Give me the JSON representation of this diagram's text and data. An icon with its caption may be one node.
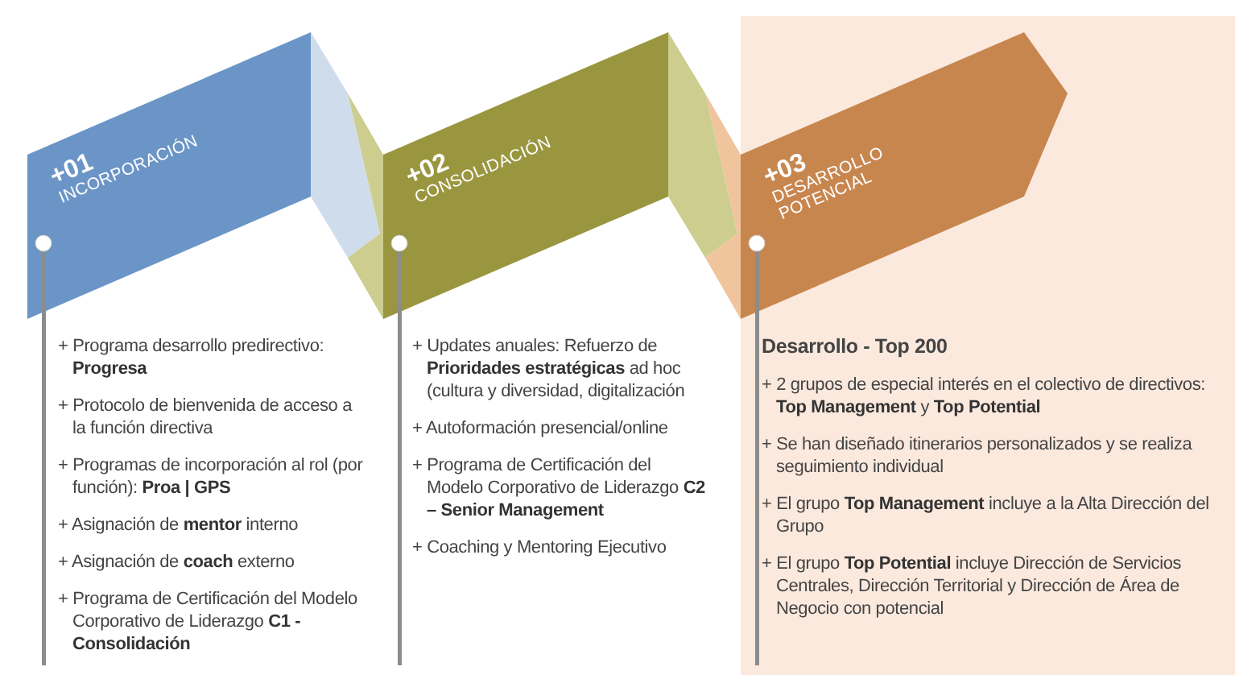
{
  "diagram": {
    "nodes": [
      {
        "text": [
          "+01",
          "INCORPORACIÓN"
        ]
      },
      {
        "text": [
          "+02",
          "CONSOLIDACIÓN"
        ]
      },
      {
        "text": [
          "+03",
          "DESARROLLO POTENCIAL"
        ]
      }
    ],
    "labels": [
      "+ Programa desarrollo predirectivo: **Progresa**",
      "+ Protocolo de bienvenida de acceso a la función directiva",
      "+ Programas de incorporación al rol (por función): **Proa | GPS**",
      "+ Asignación de **mentor** interno",
      "+ Asignación de **coach** externo",
      "+ Programa de Certificación del Modelo Corporativo de Liderazgo **C1 - Consolidación**",
      "+ Updates anuales: Refuerzo de **Prioridades estratégicas** ad hoc (cultura y diversidad, digitalización",
      "+ Autoformación presencial/online",
      "+ Programa de Certificación del Modelo Corporativo de Liderazgo **C2 – Senior Management**",
      "+ Coaching y Mentoring Ejecutivo",
      "Desarrollo - Top 200",
      "+ 2 grupos de especial interés en el colectivo de directivos: **Top Management** y **Top Potential**",
      "+ Se han diseñado itinerarios personalizados y se realiza seguimiento individual",
      "+ El grupo **Top Management** incluye a la Alta Dirección del Grupo",
      "+ El grupo **Top Potential** incluye Dirección de Servicios Centrales, Dirección Territorial y Dirección de Área de Negocio con potencial"
    ]
  }
}
